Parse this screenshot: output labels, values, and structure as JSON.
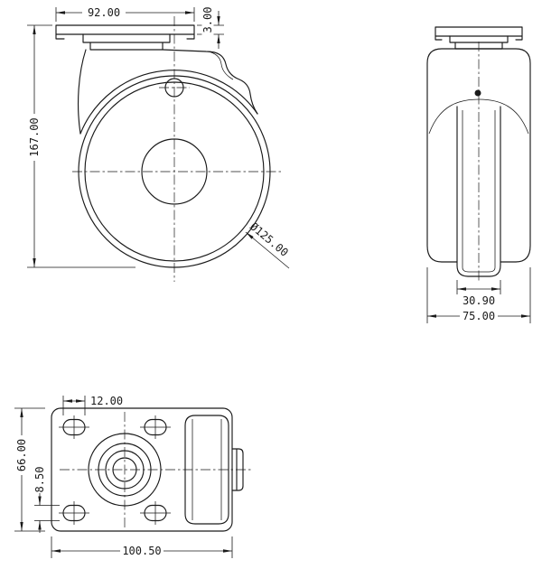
{
  "colors": {
    "line": "#1a1a1a",
    "background": "#ffffff"
  },
  "side_view": {
    "plate_width": "92.00",
    "plate_thickness": "3.00",
    "overall_height": "167.00",
    "wheel_diameter": "Ø125.00"
  },
  "front_view": {
    "wheel_width": "30.90",
    "overall_width": "75.00"
  },
  "bottom_view": {
    "slot_length": "12.00",
    "plate_depth": "66.00",
    "slot_height": "8.50",
    "plate_length": "100.50"
  }
}
